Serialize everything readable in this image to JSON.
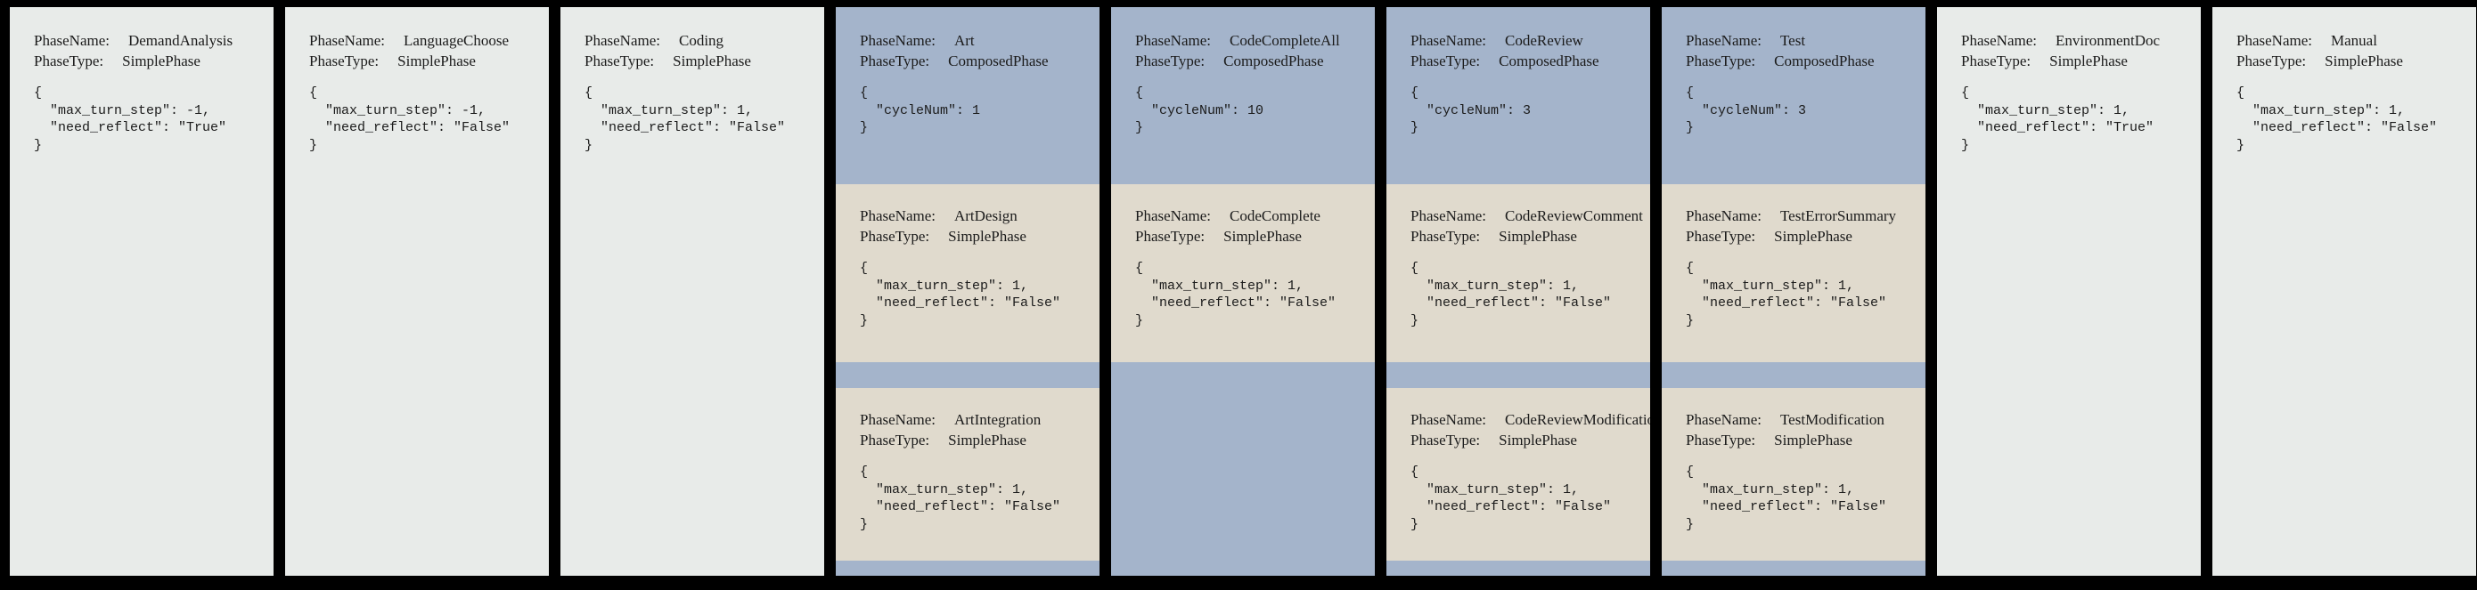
{
  "figure": {
    "description": "ChatDev-style phase configuration board with nine phase columns",
    "labels": {
      "phase_name": "PhaseName:",
      "phase_type": "PhaseType:"
    }
  },
  "colors": {
    "page_bg": "#000000",
    "simple_phase_bg": "#e8ebe9",
    "composed_phase_bg": "#a4b4cb",
    "sub_phase_bg": "#e0dacd",
    "text": "#1b1b1b"
  },
  "columns": [
    {
      "id": "demand-analysis",
      "type": "simple",
      "blocks": [
        {
          "kind": "simple",
          "phase_name": "DemandAnalysis",
          "phase_type": "SimplePhase",
          "config": [
            "{",
            "  \"max_turn_step\": -1,",
            "  \"need_reflect\": \"True\"",
            "}"
          ]
        }
      ]
    },
    {
      "id": "language-choose",
      "type": "simple",
      "blocks": [
        {
          "kind": "simple",
          "phase_name": "LanguageChoose",
          "phase_type": "SimplePhase",
          "config": [
            "{",
            "  \"max_turn_step\": -1,",
            "  \"need_reflect\": \"False\"",
            "}"
          ]
        }
      ]
    },
    {
      "id": "coding",
      "type": "simple",
      "blocks": [
        {
          "kind": "simple",
          "phase_name": "Coding",
          "phase_type": "SimplePhase",
          "config": [
            "{",
            "  \"max_turn_step\": 1,",
            "  \"need_reflect\": \"False\"",
            "}"
          ]
        }
      ]
    },
    {
      "id": "art",
      "type": "composed",
      "blocks": [
        {
          "kind": "header",
          "phase_name": "Art",
          "phase_type": "ComposedPhase",
          "config": [
            "{",
            "  \"cycleNum\": 1",
            "}"
          ]
        },
        {
          "kind": "sub",
          "phase_name": "ArtDesign",
          "phase_type": "SimplePhase",
          "config": [
            "{",
            "  \"max_turn_step\": 1,",
            "  \"need_reflect\": \"False\"",
            "}"
          ]
        },
        {
          "kind": "sub",
          "phase_name": "ArtIntegration",
          "phase_type": "SimplePhase",
          "config": [
            "{",
            "  \"max_turn_step\": 1,",
            "  \"need_reflect\": \"False\"",
            "}"
          ]
        }
      ]
    },
    {
      "id": "code-complete-all",
      "type": "composed",
      "blocks": [
        {
          "kind": "header",
          "phase_name": "CodeCompleteAll",
          "phase_type": "ComposedPhase",
          "config": [
            "{",
            "  \"cycleNum\": 10",
            "}"
          ]
        },
        {
          "kind": "sub",
          "phase_name": "CodeComplete",
          "phase_type": "SimplePhase",
          "config": [
            "{",
            "  \"max_turn_step\": 1,",
            "  \"need_reflect\": \"False\"",
            "}"
          ]
        }
      ]
    },
    {
      "id": "code-review",
      "type": "composed",
      "blocks": [
        {
          "kind": "header",
          "phase_name": "CodeReview",
          "phase_type": "ComposedPhase",
          "config": [
            "{",
            "  \"cycleNum\": 3",
            "}"
          ]
        },
        {
          "kind": "sub",
          "phase_name": "CodeReviewComment",
          "phase_type": "SimplePhase",
          "config": [
            "{",
            "  \"max_turn_step\": 1,",
            "  \"need_reflect\": \"False\"",
            "}"
          ]
        },
        {
          "kind": "sub",
          "phase_name": "CodeReviewModification",
          "phase_type": "SimplePhase",
          "config": [
            "{",
            "  \"max_turn_step\": 1,",
            "  \"need_reflect\": \"False\"",
            "}"
          ]
        }
      ]
    },
    {
      "id": "test",
      "type": "composed",
      "blocks": [
        {
          "kind": "header",
          "phase_name": "Test",
          "phase_type": "ComposedPhase",
          "config": [
            "{",
            "  \"cycleNum\": 3",
            "}"
          ]
        },
        {
          "kind": "sub",
          "phase_name": "TestErrorSummary",
          "phase_type": "SimplePhase",
          "config": [
            "{",
            "  \"max_turn_step\": 1,",
            "  \"need_reflect\": \"False\"",
            "}"
          ]
        },
        {
          "kind": "sub",
          "phase_name": "TestModification",
          "phase_type": "SimplePhase",
          "config": [
            "{",
            "  \"max_turn_step\": 1,",
            "  \"need_reflect\": \"False\"",
            "}"
          ]
        }
      ]
    },
    {
      "id": "environment-doc",
      "type": "simple",
      "blocks": [
        {
          "kind": "simple",
          "phase_name": "EnvironmentDoc",
          "phase_type": "SimplePhase",
          "config": [
            "{",
            "  \"max_turn_step\": 1,",
            "  \"need_reflect\": \"True\"",
            "}"
          ]
        }
      ]
    },
    {
      "id": "manual",
      "type": "simple",
      "blocks": [
        {
          "kind": "simple",
          "phase_name": "Manual",
          "phase_type": "SimplePhase",
          "config": [
            "{",
            "  \"max_turn_step\": 1,",
            "  \"need_reflect\": \"False\"",
            "}"
          ]
        }
      ]
    }
  ]
}
